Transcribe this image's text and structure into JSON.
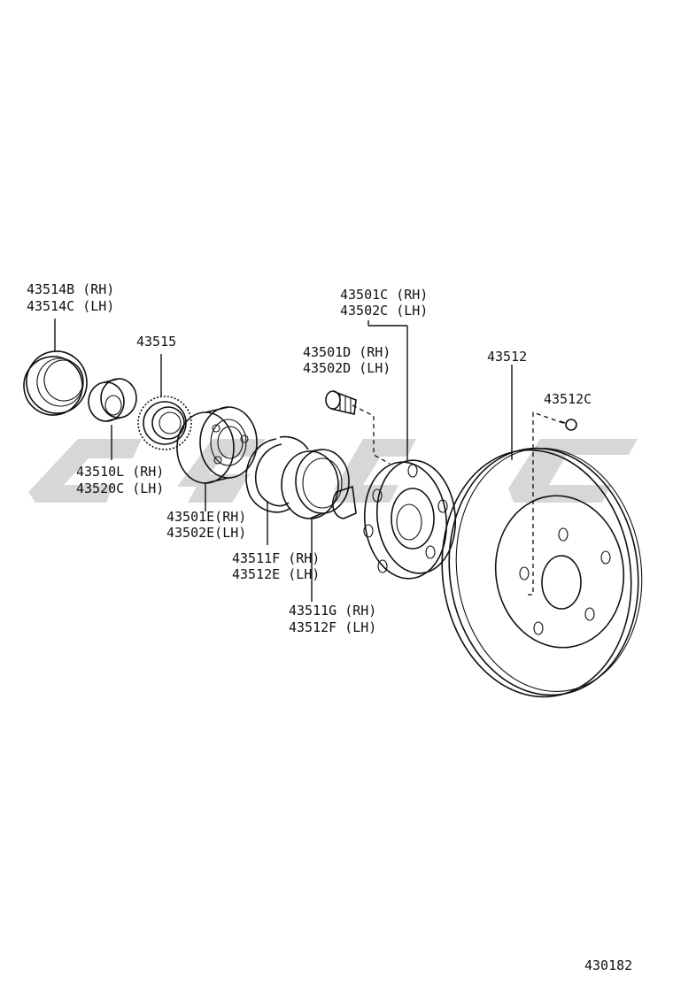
{
  "diagram": {
    "figure_number": "430182",
    "callouts": [
      {
        "id": "oil-seal",
        "lines": [
          "43514B (RH)",
          "43514C (LH)"
        ]
      },
      {
        "id": "inner-cone",
        "lines": [
          "43510L (RH)",
          "43520C (LH)"
        ]
      },
      {
        "id": "sensor-rotor",
        "lines": [
          "43515"
        ]
      },
      {
        "id": "bearing",
        "lines": [
          "43501E(RH)",
          "43502E(LH)"
        ]
      },
      {
        "id": "snap-ring",
        "lines": [
          "43511F (RH)",
          "43512E (LH)"
        ]
      },
      {
        "id": "seal-ring",
        "lines": [
          "43511G (RH)",
          "43512F (LH)"
        ]
      },
      {
        "id": "hub-sub-assy",
        "lines": [
          "43501C (RH)",
          "43502C (LH)"
        ]
      },
      {
        "id": "hub-bolt",
        "lines": [
          "43501D (RH)",
          "43502D (LH)"
        ]
      },
      {
        "id": "disc",
        "lines": [
          "43512"
        ]
      },
      {
        "id": "disc-screw",
        "lines": [
          "43512C"
        ]
      }
    ]
  }
}
